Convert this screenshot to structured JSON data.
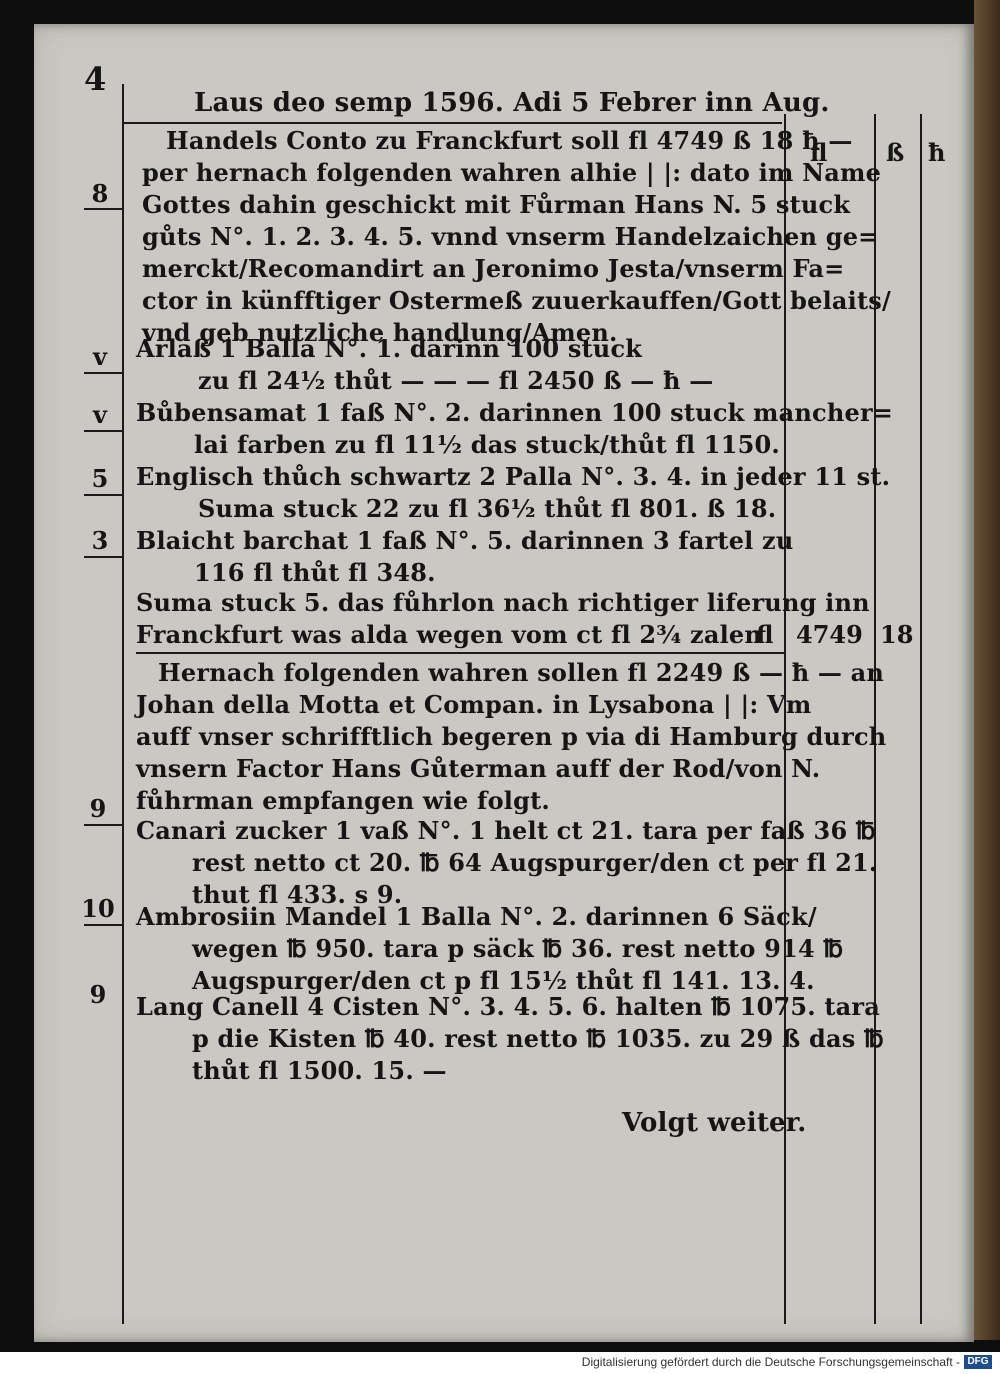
{
  "page_number": "4",
  "header": "Laus deo semp 1596. Adi 5 Febrer inn Aug.",
  "column_headers": {
    "fl": "fl",
    "ß": "ß",
    "h": "ħ"
  },
  "entry1": {
    "lines": [
      "Handels Conto zu Franckfurt soll fl 4749 ß 18 ħ —",
      "per hernach folgenden wahren alhie | |: dato im Name",
      "Gottes dahin geschickt mit Fůrman Hans N. 5 stuck",
      "gůts N°. 1. 2. 3. 4. 5. vnnd vnserm Handelzaichen ge=",
      "merckt/Recomandirt an Jeronimo Jesta/vnserm Fa=",
      "ctor in künfftiger Ostermeß zuuerkauffen/Gott belaits/",
      "vnd geb nutzliche handlung/Amen."
    ],
    "margin": "8"
  },
  "items1": [
    {
      "margin": "v",
      "lines": [
        "Arlaß 1 Balla N°. 1. darinn 100 stuck",
        "zu fl 24½ thůt — — — fl 2450 ß — ħ —"
      ]
    },
    {
      "margin": "v",
      "lines": [
        "Bůbensamat 1 faß N°. 2. darinnen 100 stuck mancher=",
        "lai farben zu fl 11½ das stuck/thůt fl 1150."
      ]
    },
    {
      "margin": "5",
      "lines": [
        "Englisch thůch schwartz 2 Palla N°. 3. 4. in jeder 11 st.",
        "Suma stuck 22 zu fl 36½ thůt fl 801. ß 18."
      ]
    },
    {
      "margin": "3",
      "lines": [
        "Blaicht barchat 1 faß N°. 5. darinnen 3 fartel zu",
        "116 fl thůt fl 348."
      ]
    }
  ],
  "summary1": {
    "lines": [
      "Suma stuck 5. das fůhrlon nach richtiger liferung inn",
      "Franckfurt was alda wegen vom ct fl 2¾ zalen"
    ],
    "currency": "fl",
    "amount_fl": "4749",
    "amount_ß": "18"
  },
  "entry2": {
    "lines": [
      "Hernach folgenden wahren sollen fl 2249 ß — ħ — an",
      "Johan della Motta et Compan. in Lysabona | |: Vm",
      "auff vnser schrifftlich begeren p via di Hamburg durch",
      "vnsern Factor Hans Gůterman auff der Rod/von N.",
      "fůhrman empfangen wie folgt."
    ]
  },
  "items2": [
    {
      "margin": "9",
      "lines": [
        "Canari zucker 1 vaß N°. 1 helt ct 21. tara per faß 36 ℔",
        "rest netto ct 20. ℔ 64 Augspurger/den ct per fl 21.",
        "thut fl 433. s 9."
      ]
    },
    {
      "margin": "10",
      "lines": [
        "Ambrosiin Mandel 1 Balla N°. 2. darinnen 6 Säck/",
        "wegen ℔ 950. tara p säck ℔ 36. rest netto 914 ℔",
        "Augspurger/den ct p fl 15½ thůt fl 141. 13. 4."
      ]
    },
    {
      "margin": "9",
      "lines": [
        "Lang Canell 4 Cisten N°. 3. 4. 5. 6. halten ℔ 1075. tara",
        "p die Kisten ℔ 40. rest netto ℔ 1035. zu 29 ß das ℔",
        "thůt fl 1500. 15. —"
      ]
    }
  ],
  "closing": "Volgt weiter.",
  "footer": "Digitalisierung gefördert durch die Deutsche Forschungsgemeinschaft -",
  "footer_logo": "DFG"
}
